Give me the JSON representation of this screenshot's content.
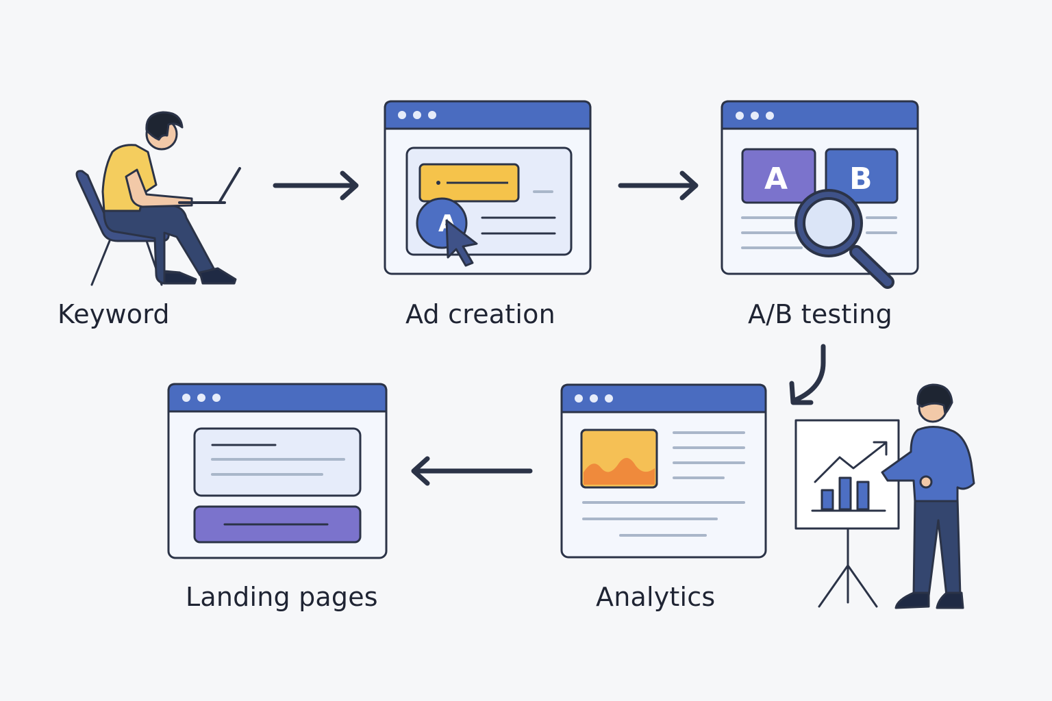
{
  "steps": {
    "keyword": {
      "label": "Keyword"
    },
    "ad_creation": {
      "label": "Ad creation",
      "ad_letter": "A"
    },
    "ab_testing": {
      "label": "A/B testing",
      "variant_a": "A",
      "variant_b": "B"
    },
    "analytics": {
      "label": "Analytics"
    },
    "landing_pages": {
      "label": "Landing pages"
    }
  },
  "colors": {
    "outline": "#2b3347",
    "titlebar": "#4a6cc0",
    "window_fill": "#ffffff",
    "panel_fill": "#e6ecfa",
    "accent_yellow": "#f5c34b",
    "accent_purple": "#7b73cc",
    "accent_blue": "#4d6fc3",
    "accent_orange": "#f0a146",
    "text_line": "#a9b6c9",
    "shirt_yellow": "#f4cd5e",
    "pants_navy": "#34466f",
    "skin": "#f2c9a8",
    "hair": "#1e2532"
  },
  "icons": [
    "arrow-right-icon",
    "arrow-left-icon",
    "curved-arrow-icon",
    "magnifier-icon",
    "cursor-icon",
    "chart-icon"
  ]
}
